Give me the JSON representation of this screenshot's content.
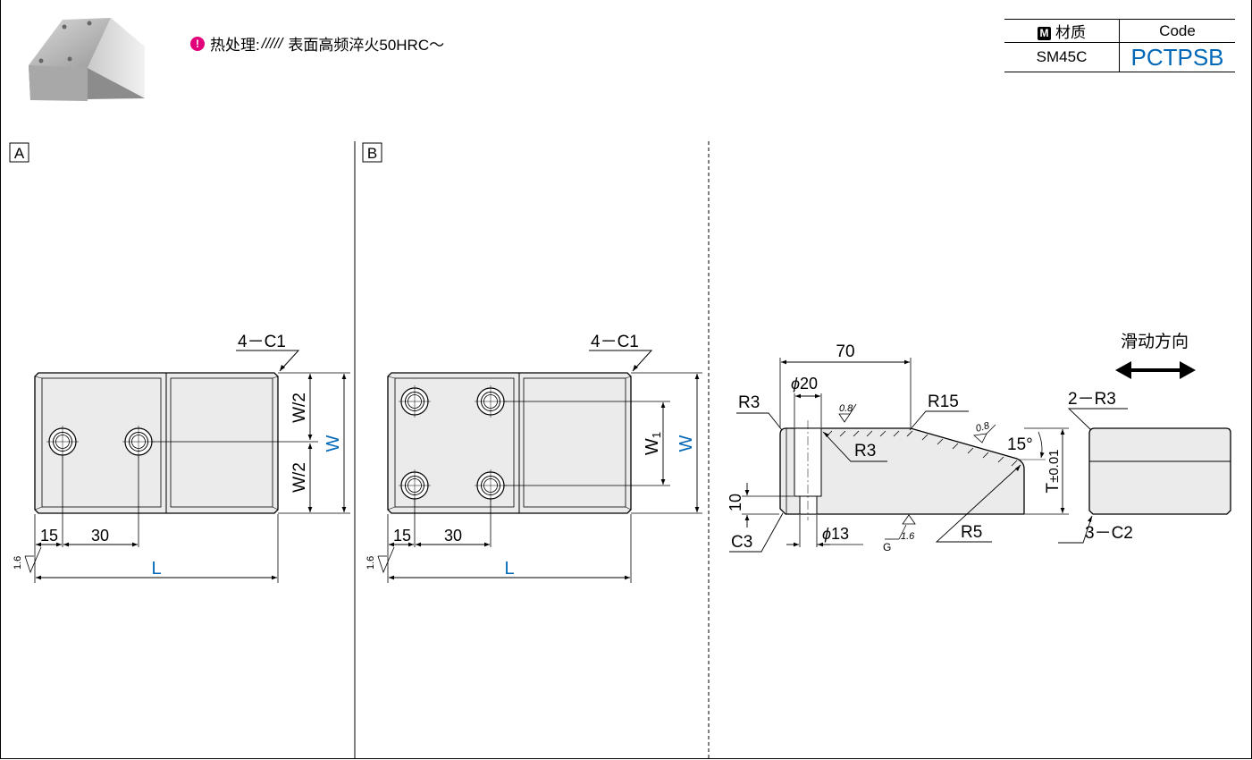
{
  "heat_treatment": {
    "icon": "exclamation-icon",
    "label": "热处理:",
    "hatch": "/////",
    "text": "表面高频淬火50HRC～"
  },
  "spec_table": {
    "material_icon": "M",
    "material_header": "材质",
    "code_header": "Code",
    "material_value": "SM45C",
    "code_value": "PCTPSB",
    "code_color": "#0068b7"
  },
  "view_a": {
    "label": "A",
    "chamfer": "4－C1",
    "half_top": "W/2",
    "half_bottom": "W/2",
    "width": "W",
    "dim_15": "15",
    "dim_30": "30",
    "length": "L",
    "roughness": "1.6"
  },
  "view_b": {
    "label": "B",
    "chamfer": "4－C1",
    "w1": "W",
    "w1_sub": "1",
    "width": "W",
    "dim_15": "15",
    "dim_30": "30",
    "length": "L",
    "roughness": "1.6"
  },
  "side_view": {
    "dim_70": "70",
    "dia_20": "20",
    "dia_13": "13",
    "r3_top": "R3",
    "r3_inner": "R3",
    "r15": "R15",
    "r5": "R5",
    "c3": "C3",
    "dim_10": "10",
    "angle": "15°",
    "rough_08_a": "0.8",
    "rough_08_b": "0.8",
    "rough_16": "1.6",
    "grind": "G",
    "thickness": "T",
    "tolerance": "±0.01",
    "dia_symbol": "ϕ"
  },
  "end_view": {
    "slide_label": "滑动方向",
    "radius": "2－R3",
    "chamfer": "3－C2"
  },
  "colors": {
    "dimension_blue": "#0068b7",
    "part_fill": "#ebebeb"
  }
}
